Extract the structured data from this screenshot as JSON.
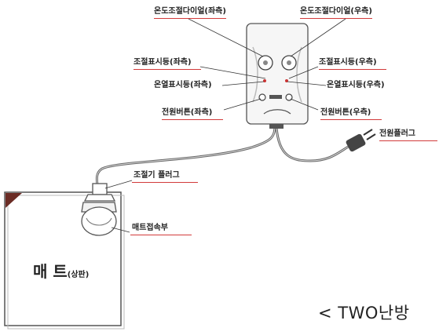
{
  "labels": {
    "dial_left": "온도조절다이얼(좌측)",
    "dial_right": "온도조절다이얼(우측)",
    "adj_left": "조절표시등(좌측)",
    "adj_right": "조절표시등(우측)",
    "heat_left": "온열표시등(좌측)",
    "heat_right": "온열표시등(우측)",
    "power_left": "전원버튼(좌측)",
    "power_right": "전원버튼(우측)",
    "power_plug": "전원플러그",
    "controller_plug": "조절기 플러그",
    "mat_connector": "매트접속부"
  },
  "mat": {
    "title": "매 트",
    "subtitle": "(상판)"
  },
  "caption": "< TWO난방"
}
